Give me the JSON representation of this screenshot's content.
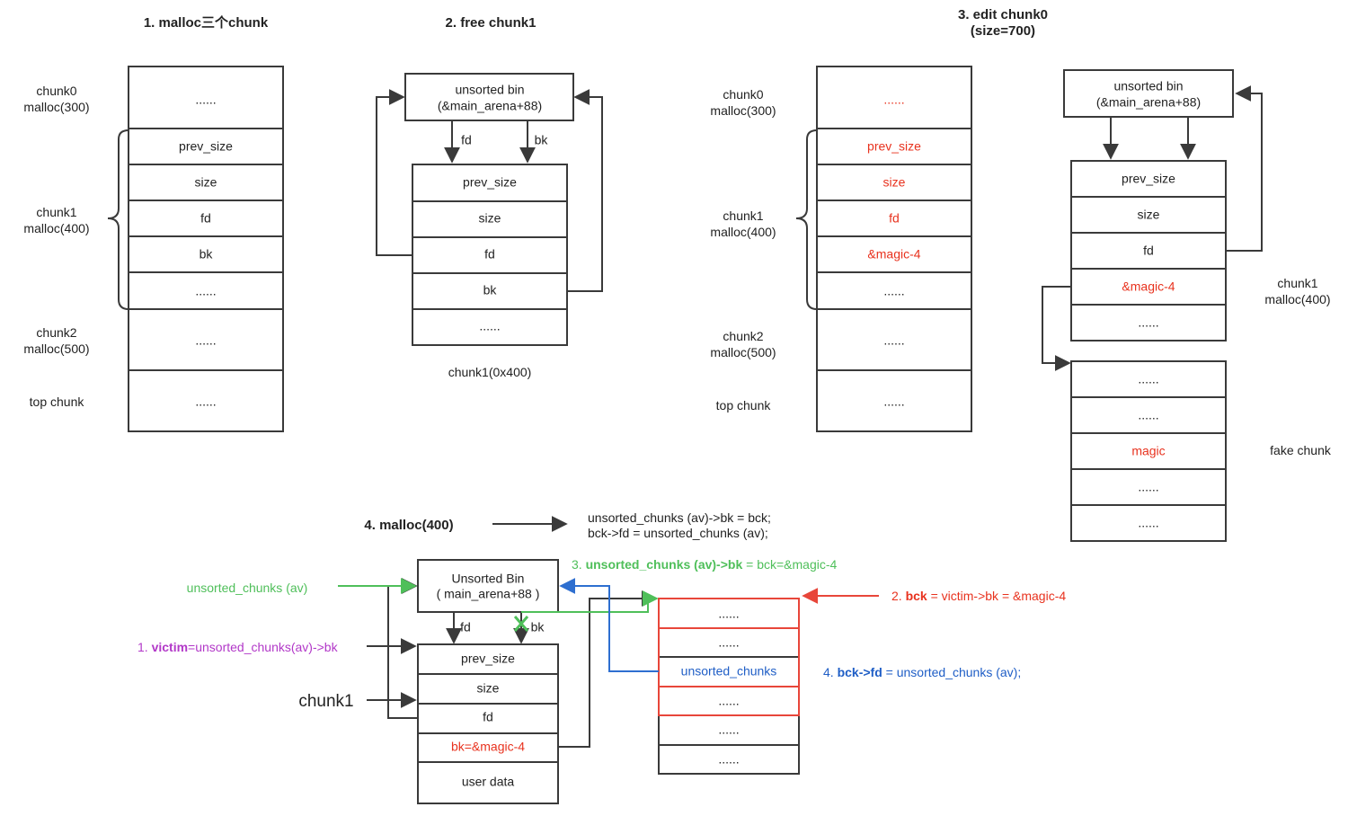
{
  "step1": {
    "title": "1. malloc三个chunk",
    "labels": {
      "chunk0": [
        "chunk0",
        "malloc(300)"
      ],
      "chunk1": [
        "chunk1",
        "malloc(400)"
      ],
      "chunk2": [
        "chunk2",
        "malloc(500)"
      ],
      "top": "top chunk"
    },
    "cells": [
      "......",
      "prev_size",
      "size",
      "fd",
      "bk",
      "......",
      "......",
      "......"
    ]
  },
  "step2": {
    "title": "2. free chunk1",
    "bin": [
      "unsorted bin",
      "(&main_arena+88)"
    ],
    "fd": "fd",
    "bk": "bk",
    "cells": [
      "prev_size",
      "size",
      "fd",
      "bk",
      "......"
    ],
    "caption": "chunk1(0x400)"
  },
  "step3": {
    "title": [
      "3. edit chunk0",
      "(size=700)"
    ],
    "labels": {
      "chunk0": [
        "chunk0",
        "malloc(300)"
      ],
      "chunk1": [
        "chunk1",
        "malloc(400)"
      ],
      "chunk2": [
        "chunk2",
        "malloc(500)"
      ],
      "top": "top chunk"
    },
    "cells": [
      "......",
      "prev_size",
      "size",
      "fd",
      "&magic-4",
      "......",
      "......",
      "......"
    ],
    "bin": [
      "unsorted bin",
      "(&main_arena+88)"
    ],
    "right_cells": [
      "prev_size",
      "size",
      "fd",
      "&magic-4",
      "......"
    ],
    "right_label": [
      "chunk1",
      "malloc(400)"
    ],
    "fake_cells": [
      "......",
      "......",
      "magic",
      "......",
      "......"
    ],
    "fake_label": "fake chunk"
  },
  "step4": {
    "title": "4. malloc(400)",
    "code": [
      "unsorted_chunks (av)->bk = bck;",
      "bck->fd = unsorted_chunks (av);"
    ],
    "bin": [
      "Unsorted Bin",
      "( main_arena+88 )"
    ],
    "fd": "fd",
    "bk": "bk",
    "cells": [
      "prev_size",
      "size",
      "fd",
      "bk=&magic-4",
      "user data"
    ],
    "red_cells": [
      "......",
      "......",
      "unsorted_chunks",
      "......",
      "......",
      "......"
    ],
    "left_labels": {
      "av": "unsorted_chunks (av)",
      "victim_num": "1. ",
      "victim_bold": "victim",
      "victim_rest": "=unsorted_chunks(av)->bk",
      "chunk1": "chunk1"
    },
    "ann2": {
      "num": "2.  ",
      "bold": "bck",
      "rest": " = victim->bk = &magic-4"
    },
    "ann3": {
      "num": "3. ",
      "bold": "unsorted_chunks (av)->bk",
      "rest": " = bck=&magic-4"
    },
    "ann4": {
      "num": "4. ",
      "bold": "bck->fd",
      "rest": " = unsorted_chunks (av);"
    }
  }
}
